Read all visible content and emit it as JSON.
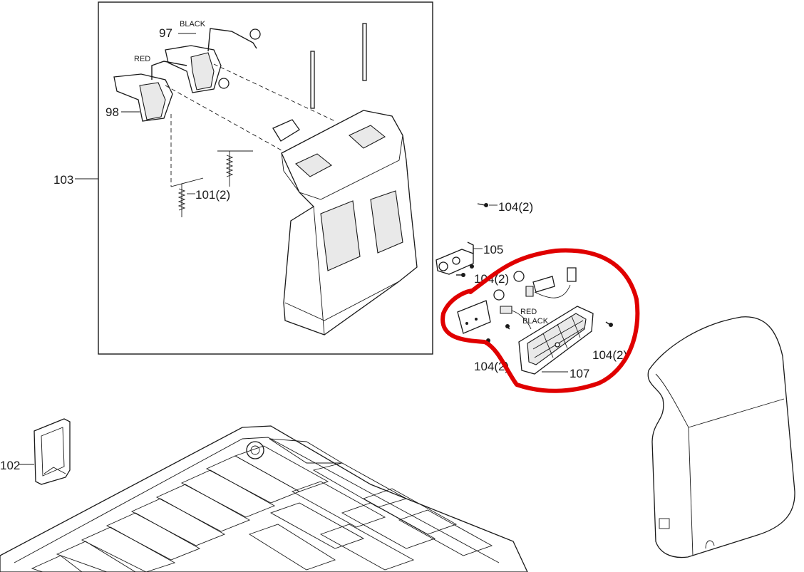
{
  "diagram": {
    "highlight_color": "#e00000",
    "line_color": "#1a1a1a",
    "labels": {
      "p97": "97",
      "p98": "98",
      "p103": "103",
      "p101": "101(2)",
      "p102": "102",
      "p105": "105",
      "p104_top": "104(2)",
      "p104_mid": "104(2)",
      "p104_bottom": "104(2)",
      "p104_right": "104(2)",
      "p107": "107",
      "black_top": "BLACK",
      "red_top": "RED",
      "red_bottom": "RED",
      "black_bottom": "BLACK"
    }
  }
}
